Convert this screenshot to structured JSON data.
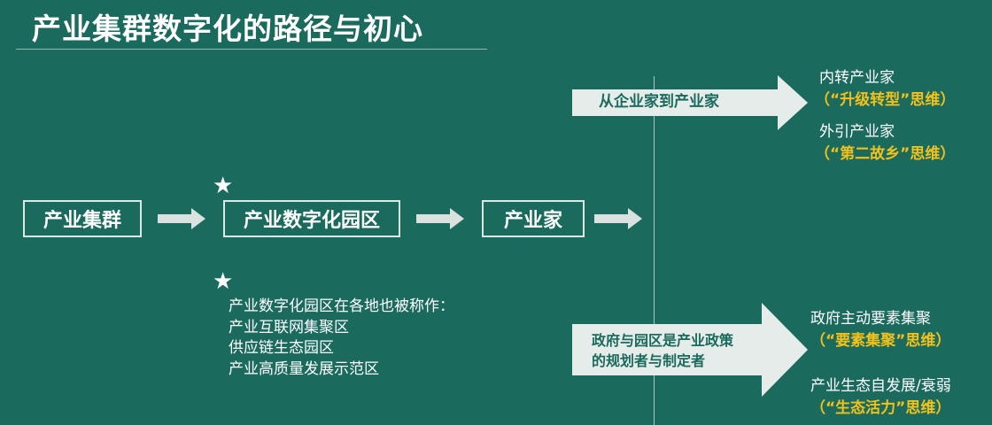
{
  "title": "产业集群数字化的路径与初心",
  "flow": {
    "step1": "产业集群",
    "step2": "产业数字化园区",
    "step3": "产业家"
  },
  "star_symbol": "★",
  "notes": {
    "line1": "产业数字化园区在各地也被称作：",
    "line2": "产业互联网集聚区",
    "line3": "供应链生态园区",
    "line4": "产业高质量发展示范区"
  },
  "upper_branch": {
    "arrow_label": "从企业家到产业家",
    "out1_label": "内转产业家",
    "out1_mode": "（“升级转型”思维）",
    "out2_label": "外引产业家",
    "out2_mode": "（“第二故乡”思维）"
  },
  "lower_branch": {
    "arrow_label_line1": "政府与园区是产业政策",
    "arrow_label_line2": "的规划者与制定者",
    "out1_label": "政府主动要素集聚",
    "out1_mode": "（“要素集聚”思维）",
    "out2_label": "产业生态自发展/衰弱",
    "out2_mode": "（“生态活力”思维）"
  },
  "colors": {
    "background": "#1b6a5e",
    "arrow_fill": "#e6ece9",
    "highlight": "#f2c11a"
  }
}
